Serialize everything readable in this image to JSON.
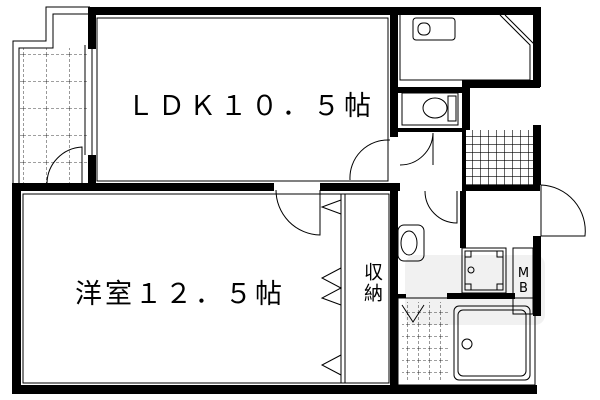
{
  "floorplan": {
    "rooms": {
      "ldk_label": "ＬＤＫ１０．５帖",
      "western_room_label": "洋室１２．５帖",
      "storage_label": "収納",
      "meter_box_label": "MB"
    },
    "colors": {
      "wall": "#000000",
      "background": "#ffffff",
      "watermark": "#e6e6e6"
    }
  }
}
